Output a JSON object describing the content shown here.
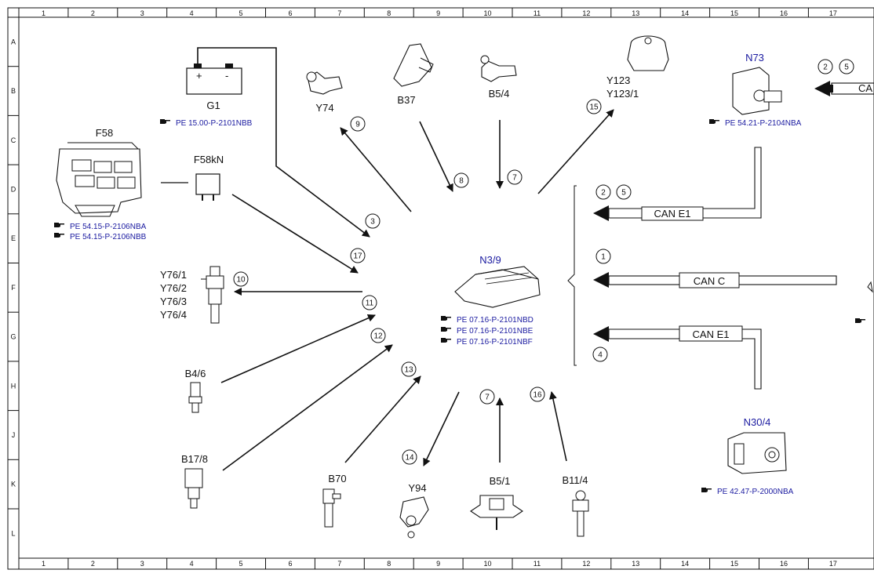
{
  "grid": {
    "columns": [
      "1",
      "2",
      "3",
      "4",
      "5",
      "6",
      "7",
      "8",
      "9",
      "10",
      "11",
      "12",
      "13",
      "14",
      "15",
      "16",
      "17"
    ],
    "rows": [
      "A",
      "B",
      "C",
      "D",
      "E",
      "F",
      "G",
      "H",
      "J",
      "K",
      "L"
    ]
  },
  "center": {
    "label": "N3/9",
    "refs": [
      "PE 07.16-P-2101NBD",
      "PE 07.16-P-2101NBE",
      "PE 07.16-P-2101NBF"
    ]
  },
  "components": {
    "g1": {
      "label": "G1",
      "ref": "PE 15.00-P-2101NBB",
      "plus": "+",
      "minus": "-"
    },
    "f58": {
      "label": "F58",
      "refs": [
        "PE 54.15-P-2106NBA",
        "PE 54.15-P-2106NBB"
      ]
    },
    "f58kn": {
      "label": "F58kN"
    },
    "y74": {
      "label": "Y74"
    },
    "b37": {
      "label": "B37"
    },
    "b5_4": {
      "label": "B5/4"
    },
    "y123": {
      "label_a": "Y123",
      "label_b": "Y123/1"
    },
    "n73": {
      "label": "N73",
      "ref": "PE 54.21-P-2104NBA"
    },
    "y76": {
      "labels": [
        "Y76/1",
        "Y76/2",
        "Y76/3",
        "Y76/4"
      ]
    },
    "b4_6": {
      "label": "B4/6"
    },
    "b17_8": {
      "label": "B17/8"
    },
    "b70": {
      "label": "B70"
    },
    "y94": {
      "label": "Y94"
    },
    "b5_1": {
      "label": "B5/1"
    },
    "b11_4": {
      "label": "B11/4"
    },
    "n30_4": {
      "label": "N30/4",
      "ref": "PE 42.47-P-2000NBA"
    }
  },
  "signals": {
    "n3": "3",
    "n17": "17",
    "n9": "9",
    "n8": "8",
    "n7_top": "7",
    "n15": "15",
    "n10": "10",
    "n11": "11",
    "n12": "12",
    "n13": "13",
    "n14": "14",
    "n7_bottom": "7",
    "n16": "16",
    "n1": "1",
    "n2_top": "2",
    "n5_top": "5",
    "n2_bus": "2",
    "n5_bus": "5",
    "n4": "4"
  },
  "buses": {
    "can_e1_top": "CAN E1",
    "can_c": "CAN C",
    "can_e1_bottom": "CAN E1",
    "can_partial": "CA"
  },
  "partial_ref_icon": "hand-pointer-icon"
}
